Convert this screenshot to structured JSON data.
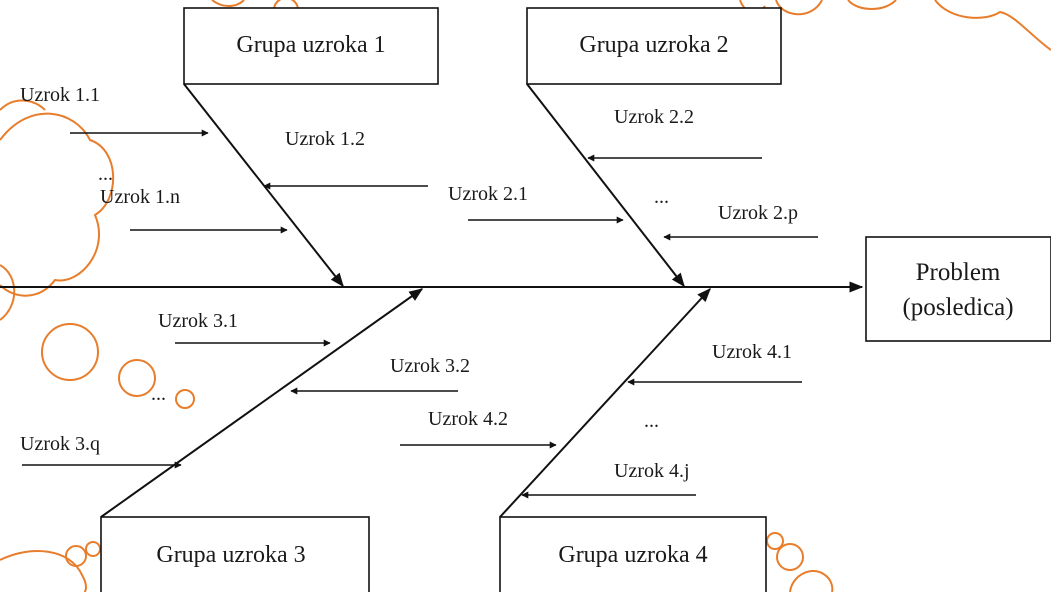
{
  "diagram": {
    "problem_line1": "Problem",
    "problem_line2": "(posledica)",
    "groups": {
      "g1": "Grupa uzroka 1",
      "g2": "Grupa uzroka 2",
      "g3": "Grupa uzroka 3",
      "g4": "Grupa uzroka 4"
    },
    "causes": {
      "c1_1": "Uzrok 1.1",
      "c1_2": "Uzrok 1.2",
      "c1_dots": "...",
      "c1_n": "Uzrok 1.n",
      "c2_1": "Uzrok 2.1",
      "c2_2": "Uzrok 2.2",
      "c2_dots": "...",
      "c2_p": "Uzrok 2.p",
      "c3_1": "Uzrok 3.1",
      "c3_2": "Uzrok 3.2",
      "c3_dots": "...",
      "c3_q": "Uzrok 3.q",
      "c4_1": "Uzrok 4.1",
      "c4_2": "Uzrok 4.2",
      "c4_dots": "...",
      "c4_j": "Uzrok 4.j"
    }
  },
  "colors": {
    "decoration": "#e87d2c",
    "ink": "#111111"
  }
}
